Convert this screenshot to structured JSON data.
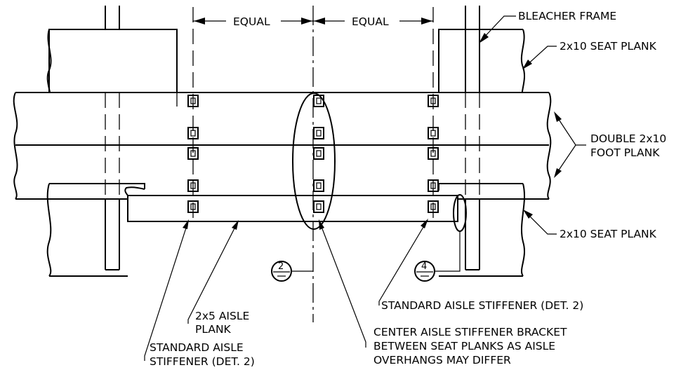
{
  "labels": {
    "equal_left": "EQUAL",
    "equal_right": "EQUAL",
    "bleacher_frame": "BLEACHER FRAME",
    "seat_plank_top": "2x10 SEAT PLANK",
    "double_foot_plank_1": "DOUBLE 2x10",
    "double_foot_plank_2": "FOOT PLANK",
    "seat_plank_bottom": "2x10 SEAT PLANK",
    "std_stiffener_right": "STANDARD AISLE STIFFENER (DET. 2)",
    "aisle_plank_1": "2x5 AISLE",
    "aisle_plank_2": "PLANK",
    "center_bracket_1": "CENTER AISLE STIFFENER BRACKET",
    "center_bracket_2": "BETWEEN SEAT PLANKS AS AISLE",
    "center_bracket_3": "OVERHANGS MAY DIFFER",
    "std_stiffener_left_1": "STANDARD AISLE",
    "std_stiffener_left_2": "STIFFENER (DET. 2)",
    "detail_ref_2": "2",
    "detail_ref_4": "4"
  }
}
